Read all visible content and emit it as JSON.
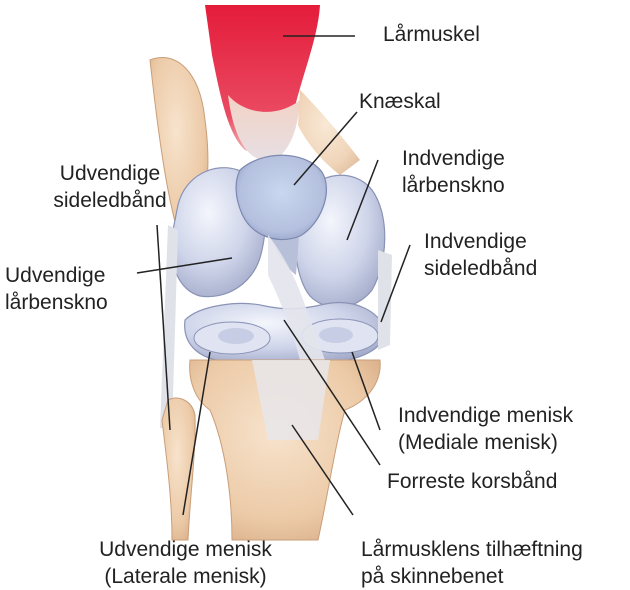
{
  "labels": {
    "quadriceps": [
      "Lårmuskel"
    ],
    "patella": [
      "Knæskal"
    ],
    "lateral_collateral": [
      "Udvendige",
      "sideledbånd"
    ],
    "medial_condyle": [
      "Indvendige",
      "lårbenskno"
    ],
    "medial_collateral": [
      "Indvendige",
      "sideledbånd"
    ],
    "lateral_condyle": [
      "Udvendige",
      "lårbenskno"
    ],
    "medial_meniscus": [
      "Indvendige menisk",
      "(Mediale menisk)"
    ],
    "acl": [
      "Forreste korsbånd"
    ],
    "lateral_meniscus": [
      "Udvendige menisk",
      "(Laterale menisk)"
    ],
    "tendon_insertion": [
      "Lårmusklens tilhæftning",
      "på skinnebenet"
    ]
  },
  "colors": {
    "muscle": "#e0213c",
    "bone": "#f1d2b0",
    "cartilage": "#c6cde3",
    "ligament": "#dcdde6",
    "leader_line": "#222222"
  }
}
